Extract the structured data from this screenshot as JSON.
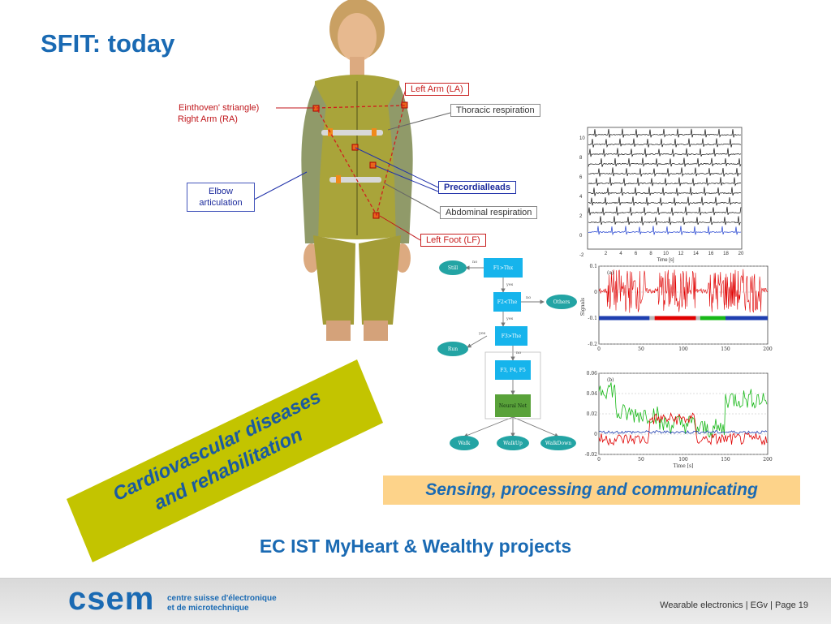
{
  "slide": {
    "title": "SFIT: today",
    "labels": {
      "left_arm": "Left Arm (LA)",
      "thoracic": "Thoracic respiration",
      "einthoven": "Einthoven' striangle)",
      "right_arm": "Right Arm (RA)",
      "elbow_1": "Elbow",
      "elbow_2": "articulation",
      "precordial": "Precordialleads",
      "abdominal": "Abdominal respiration",
      "left_foot": "Left Foot (LF)"
    },
    "banner_line1": "Cardiovascular diseases",
    "banner_line2": "and rehabilitation",
    "sensing": "Sensing, processing and communicating",
    "projects": "EC IST MyHeart & Wealthy projects"
  },
  "flowchart": {
    "nodes": {
      "f1": "F1>Thx",
      "still": "Still",
      "f2": "F2<The",
      "others": "Others",
      "f3": "F3>The",
      "run": "Run",
      "f345": "F3, F4, F5",
      "net": "Neural Net",
      "walk": "Walk",
      "walkup": "WalkUp",
      "walkdown": "WalkDown"
    },
    "edge_labels": {
      "no1": "no",
      "yes1": "yes",
      "no2": "no",
      "yes2": "yes",
      "yes3": "yes",
      "no3": "no"
    }
  },
  "chart_data": [
    {
      "type": "line",
      "title": "",
      "xlabel": "Time [s]",
      "ylabel": "",
      "xlim": [
        0,
        20
      ],
      "x_ticks": [
        "2",
        "4",
        "6",
        "8",
        "10",
        "12",
        "14",
        "16",
        "18",
        "20"
      ],
      "y_ticks": [
        "10",
        "8",
        "6",
        "4",
        "2",
        "0",
        "-2"
      ],
      "series_count": 11,
      "grid": false
    },
    {
      "type": "line",
      "panel_label": "(a)",
      "xlabel": "",
      "ylabel": "Signals",
      "xlim": [
        0,
        200
      ],
      "ylim": [
        -0.2,
        0.1
      ],
      "x_ticks": [
        "0",
        "50",
        "100",
        "150",
        "200"
      ],
      "y_ticks": [
        "0.1",
        "0",
        "-0.1",
        "-0.2"
      ],
      "series_colors": [
        "#e00000",
        "#1f3fb0"
      ],
      "grid": true
    },
    {
      "type": "line",
      "panel_label": "(b)",
      "xlabel": "Time [s]",
      "ylabel": "",
      "xlim": [
        0,
        200
      ],
      "ylim": [
        -0.02,
        0.06
      ],
      "x_ticks": [
        "0",
        "50",
        "100",
        "150",
        "200"
      ],
      "y_ticks": [
        "0.06",
        "0.04",
        "0.02",
        "0",
        "-0.02"
      ],
      "series_colors": [
        "#18b818",
        "#e00000",
        "#1f3fb0"
      ],
      "grid": true
    }
  ],
  "footer": {
    "logo": "csem",
    "logo_sub1": "centre suisse d'électronique",
    "logo_sub2": "et de microtechnique",
    "text": "Wearable electronics | EGv |  Page 19"
  },
  "colors": {
    "title_blue": "#1a6ab3",
    "banner": "#c3c400",
    "sensing_bg": "#fdd38a",
    "suit": "#a9a43a"
  }
}
